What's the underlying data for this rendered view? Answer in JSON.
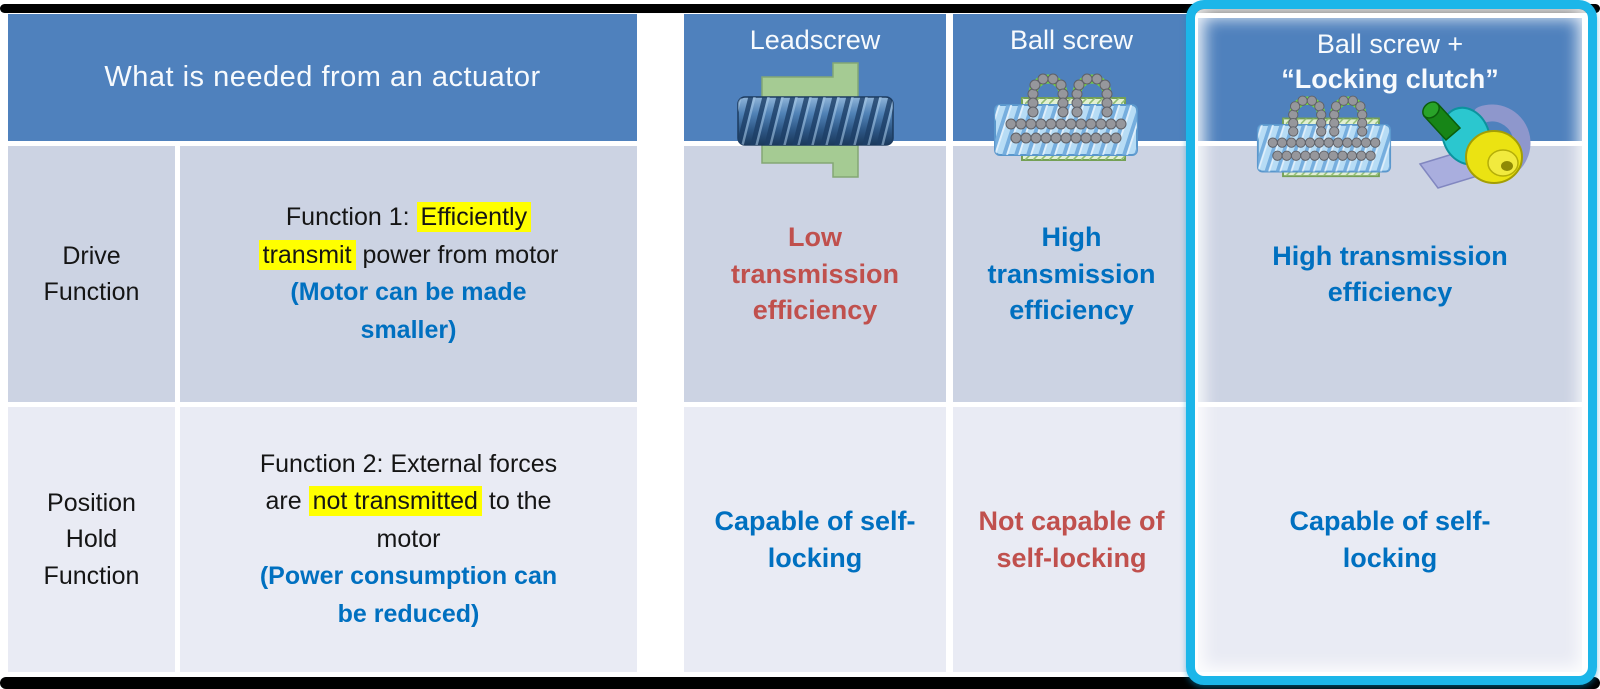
{
  "table": {
    "header": "What is needed from an actuator",
    "drive_row": {
      "label": "Drive Function",
      "text_prefix": "Function 1: ",
      "highlight_a": "Efficiently",
      "highlight_b": "transmit",
      "text_suffix": " power from motor",
      "benefit": "(Motor can be made smaller)"
    },
    "hold_row": {
      "label": "Position Hold Function",
      "line1": "Function 2: External forces",
      "line2_prefix": "are ",
      "highlight": "not transmitted",
      "line2_suffix": " to the",
      "line3": "motor",
      "benefit": "(Power consumption can be reduced)"
    }
  },
  "comparison": {
    "columns": [
      {
        "name": "Leadscrew",
        "drive": "Low transmission efficiency",
        "drive_rating": "negative",
        "hold": "Capable of self-locking",
        "hold_rating": "positive",
        "illustration": "leadscrew-cutaway"
      },
      {
        "name": "Ball screw",
        "drive": "High transmission efficiency",
        "drive_rating": "positive",
        "hold": "Not capable of self-locking",
        "hold_rating": "negative",
        "illustration": "ball-screw-cutaway"
      },
      {
        "name_line1": "Ball screw +",
        "name_line2": "“Locking clutch”",
        "drive": "High transmission efficiency",
        "drive_rating": "positive",
        "hold": "Capable of self-locking",
        "hold_rating": "positive",
        "illustration": "ball-screw-cutaway + locking-clutch-3d",
        "highlighted": true
      }
    ]
  },
  "colors": {
    "header_blue": "#4f81bd",
    "drive_row_bg": "#ccd3e3",
    "hold_row_bg": "#e9ebf4",
    "positive_text": "#0070c0",
    "negative_text": "#c0504d",
    "highlight_yellow": "#ffff00",
    "focus_border_cyan": "#1cb6e9"
  }
}
